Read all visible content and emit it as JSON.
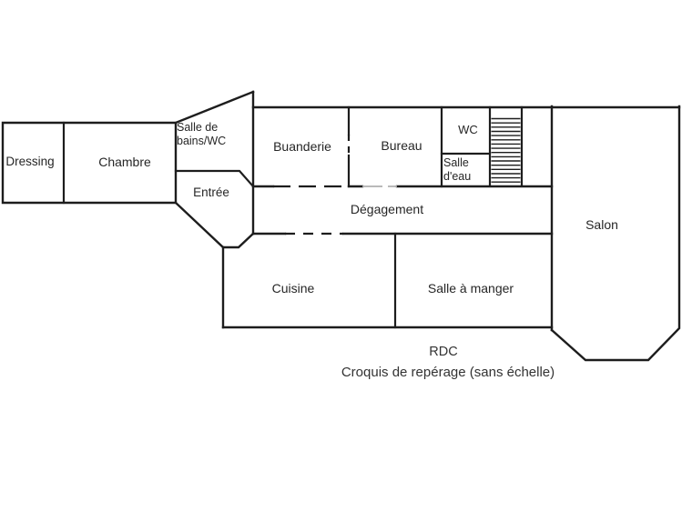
{
  "floorplan": {
    "rooms": {
      "dressing": {
        "label": "Dressing"
      },
      "chambre": {
        "label": "Chambre"
      },
      "salle_de_bains_wc": {
        "label": "Salle de bains/WC"
      },
      "entree": {
        "label": "Entrée"
      },
      "buanderie": {
        "label": "Buanderie"
      },
      "bureau": {
        "label": "Bureau"
      },
      "wc": {
        "label": "WC"
      },
      "salle_d_eau": {
        "label": "Salle d'eau"
      },
      "degagement": {
        "label": "Dégagement"
      },
      "salon": {
        "label": "Salon"
      },
      "cuisine": {
        "label": "Cuisine"
      },
      "salle_a_manger": {
        "label": "Salle à manger"
      }
    },
    "captions": {
      "floor": "RDC",
      "note": "Croquis de repérage (sans échelle)"
    },
    "colors": {
      "wall": "#1d1d1d",
      "text": "#262626",
      "caption_text": "#333333",
      "door_dash_gray": "#b0b0b0",
      "background": "#ffffff"
    }
  }
}
